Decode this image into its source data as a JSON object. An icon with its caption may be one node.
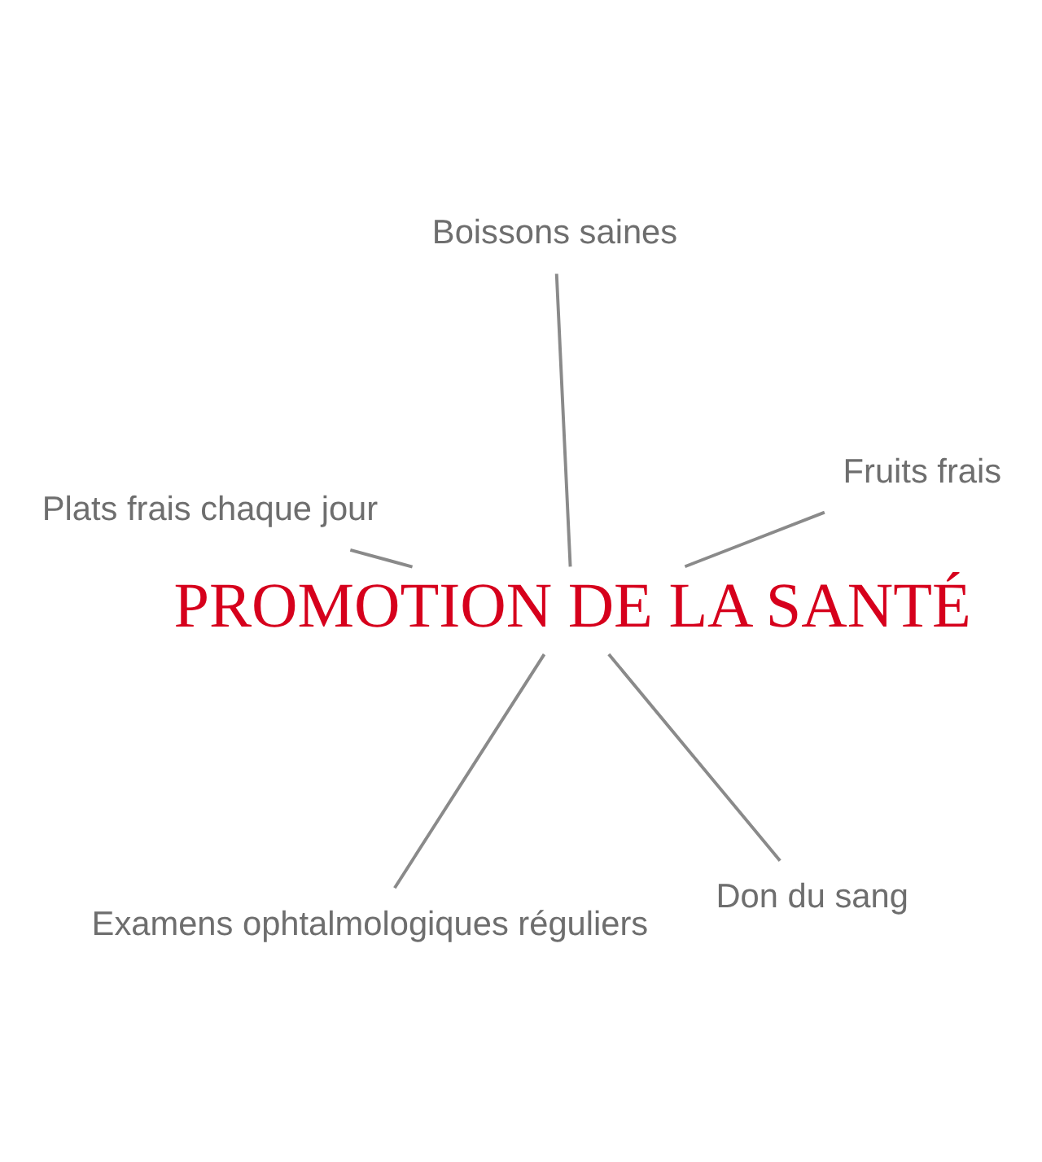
{
  "diagram": {
    "nodes": [
      {
        "text": [
          "PROMOTION DE LA SANTÉ"
        ]
      },
      {
        "text": [
          "Don du sang"
        ]
      },
      {
        "text": [
          "Examens ophtalmologiques réguliers"
        ]
      },
      {
        "text": [
          "Plats frais chaque jour"
        ]
      },
      {
        "text": [
          "Fruits frais"
        ]
      },
      {
        "text": [
          "Boissons saines"
        ]
      }
    ],
    "edges": [
      {
        "from": 0,
        "to": 1,
        "arrow": "none"
      },
      {
        "from": 0,
        "to": 2,
        "arrow": "none"
      },
      {
        "from": 0,
        "to": 3,
        "arrow": "none"
      },
      {
        "from": 0,
        "to": 4,
        "arrow": "none"
      },
      {
        "from": 0,
        "to": 5,
        "arrow": "none"
      }
    ]
  }
}
